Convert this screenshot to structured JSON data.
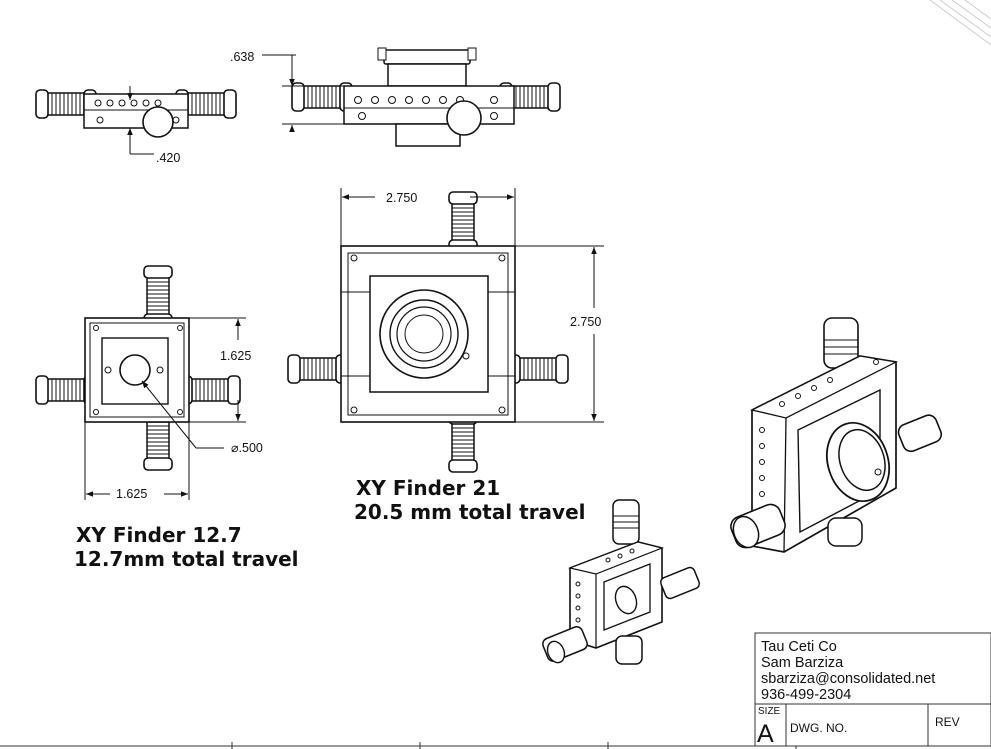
{
  "dimensions": {
    "side_height_small": ".420",
    "side_height_large": ".638",
    "width_small": "1.625",
    "height_small": "1.625",
    "aperture_small": "⌀.500",
    "width_large": "2.750",
    "height_large": "2.750"
  },
  "titles": {
    "small_line1": "XY Finder 12.7",
    "small_line2": "12.7mm total travel",
    "large_line1": "XY Finder 21",
    "large_line2": "20.5 mm total travel"
  },
  "title_block": {
    "company": "Tau Ceti Co",
    "name": "Sam Barziza",
    "email": "sbarziza@consolidated.net",
    "phone": "936-499-2304",
    "size_label": "SIZE",
    "size_value": "A",
    "dwg_no_label": "DWG.  NO.",
    "rev_label": "REV"
  }
}
